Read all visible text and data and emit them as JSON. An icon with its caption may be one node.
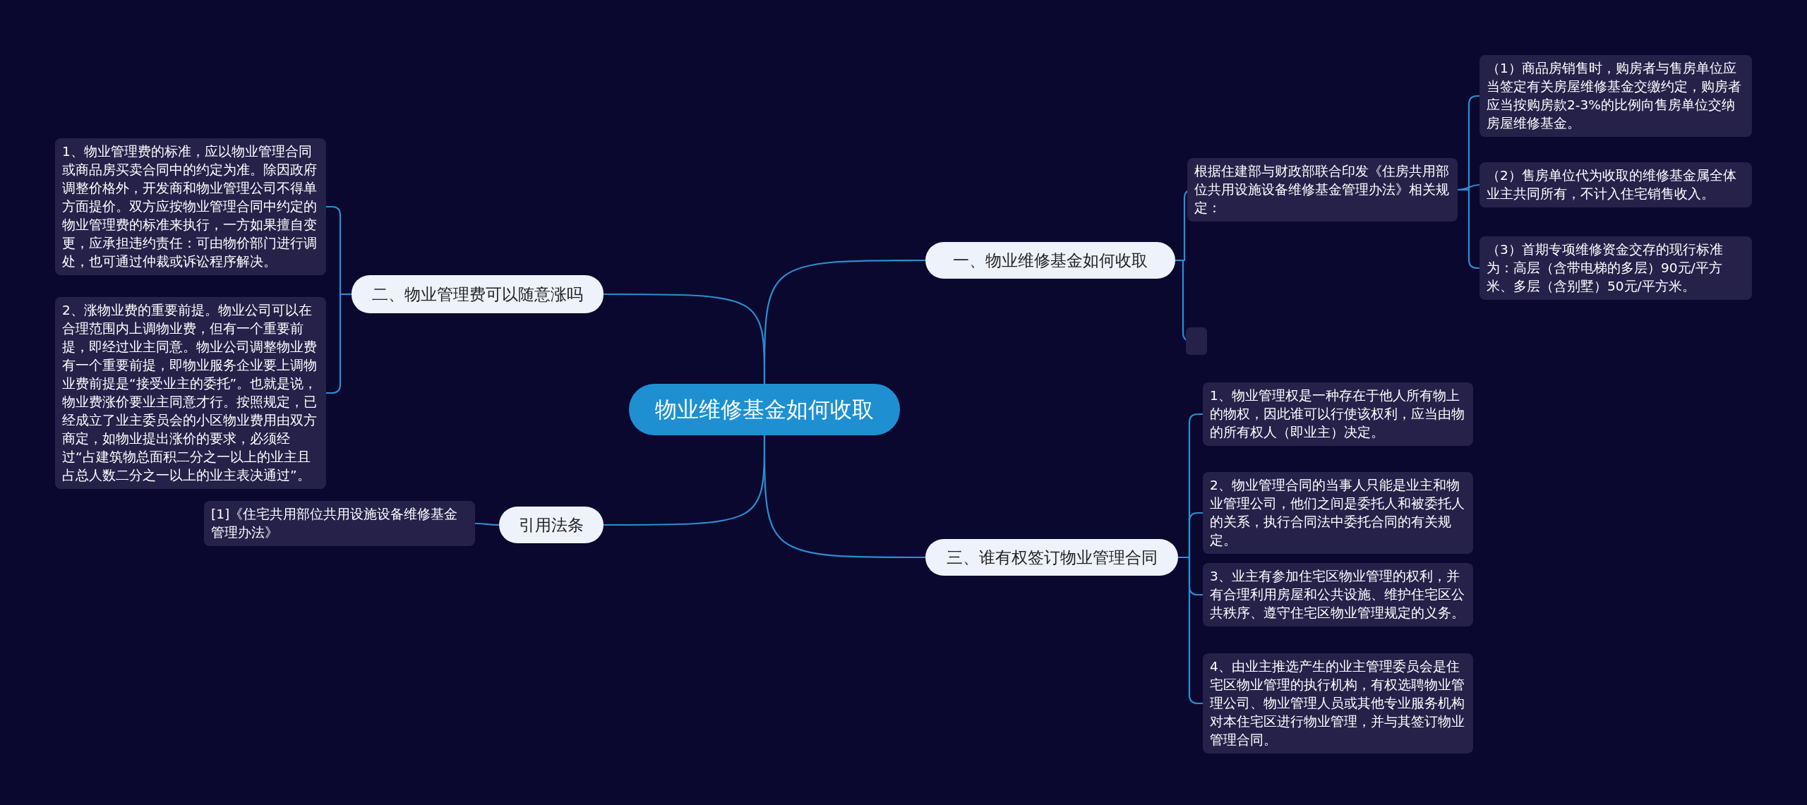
{
  "diagram": {
    "nodes": [
      {
        "text": [
          "物业维修基金如何收取"
        ]
      },
      {
        "text": [
          "一、物业维修基金如何收取"
        ]
      },
      {
        "text": [
          "根据住建部与财政部联合印发《住房共用部位共用设施设备维修基金管理办法》相关规定："
        ]
      },
      {
        "text": [
          "（1）商品房销售时，购房者与售房单位应当签定有关房屋维修基金交缴约定，购房者应当按购房款2-3%的比例向售房单位交纳房屋维修基金。"
        ]
      },
      {
        "text": [
          "（2）售房单位代为收取的维修基金属全体业主共同所有，不计入住宅销售收入。"
        ]
      },
      {
        "text": [
          "（3）首期专项维修资金交存的现行标准为：高层（含带电梯的多层）90元/平方米、多层（含别墅）50元/平方米。"
        ]
      },
      {
        "text": [],
        "shape": "box"
      },
      {
        "text": [
          "二、物业管理费可以随意涨吗"
        ]
      },
      {
        "text": [
          "1、物业管理费的标准，应以物业管理合同或商品房买卖合同中的约定为准。除因政府调整价格外，开发商和物业管理公司不得单方面提价。双方应按物业管理合同中约定的物业管理费的标准来执行，一方如果擅自变更，应承担违约责任：可由物价部门进行调处，也可通过仲裁或诉讼程序解决。"
        ]
      },
      {
        "text": [
          "2、涨物业费的重要前提。物业公司可以在合理范围内上调物业费，但有一个重要前提，即经过业主同意。物业公司调整物业费有一个重要前提，即物业服务企业要上调物业费前提是“接受业主的委托”。也就是说，物业费涨价要业主同意才行。按照规定，已经成立了业主委员会的小区物业费用由双方商定，如物业提出涨价的要求，必须经过“占建筑物总面积二分之一以上的业主且占总人数二分之一以上的业主表决通过”。"
        ]
      },
      {
        "text": [
          "引用法条"
        ]
      },
      {
        "text": [
          "[1]《住宅共用部位共用设施设备维修基金管理办法》"
        ]
      },
      {
        "text": [
          "三、谁有权签订物业管理合同"
        ]
      },
      {
        "text": [
          "1、物业管理权是一种存在于他人所有物上的物权，因此谁可以行使该权利，应当由物的所有权人（即业主）决定。"
        ]
      },
      {
        "text": [
          "2、物业管理合同的当事人只能是业主和物业管理公司，他们之间是委托人和被委托人的关系，执行合同法中委托合同的有关规定。"
        ]
      },
      {
        "text": [
          "3、业主有参加住宅区物业管理的权利，并有合理利用房屋和公共设施、维护住宅区公共秩序、遵守住宅区物业管理规定的义务。"
        ]
      },
      {
        "text": [
          "4、由业主推选产生的业主管理委员会是住宅区物业管理的执行机构，有权选聘物业管理公司、物业管理人员或其他专业服务机构对本住宅区进行物业管理，并与其签订物业管理合同。"
        ]
      }
    ],
    "edges": [
      {
        "from": 0,
        "to": 1,
        "arrow": "none"
      },
      {
        "from": 1,
        "to": 2,
        "arrow": "none"
      },
      {
        "from": 2,
        "to": 3,
        "arrow": "none"
      },
      {
        "from": 2,
        "to": 4,
        "arrow": "none"
      },
      {
        "from": 2,
        "to": 5,
        "arrow": "none"
      },
      {
        "from": 1,
        "to": 6,
        "arrow": "none"
      },
      {
        "from": 0,
        "to": 7,
        "arrow": "none"
      },
      {
        "from": 7,
        "to": 8,
        "arrow": "none"
      },
      {
        "from": 7,
        "to": 9,
        "arrow": "none"
      },
      {
        "from": 0,
        "to": 10,
        "arrow": "none"
      },
      {
        "from": 10,
        "to": 11,
        "arrow": "none"
      },
      {
        "from": 0,
        "to": 12,
        "arrow": "none"
      },
      {
        "from": 12,
        "to": 13,
        "arrow": "none"
      },
      {
        "from": 12,
        "to": 14,
        "arrow": "none"
      },
      {
        "from": 12,
        "to": 15,
        "arrow": "none"
      },
      {
        "from": 12,
        "to": 16,
        "arrow": "none"
      }
    ]
  }
}
